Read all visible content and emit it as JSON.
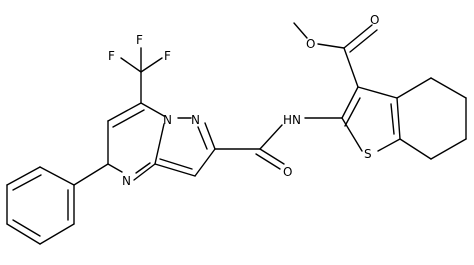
{
  "molecule": {
    "atom_labels": {
      "F_top": "F",
      "F_left": "F",
      "F_right": "F",
      "N_bridge": "N",
      "N_pyrazole": "N",
      "N_pyrimidine": "N",
      "O_amide": "O",
      "NH_amide": "HN",
      "S_thiophene": "S",
      "O_ester_carbonyl": "O",
      "O_ester_ether": "O"
    }
  }
}
